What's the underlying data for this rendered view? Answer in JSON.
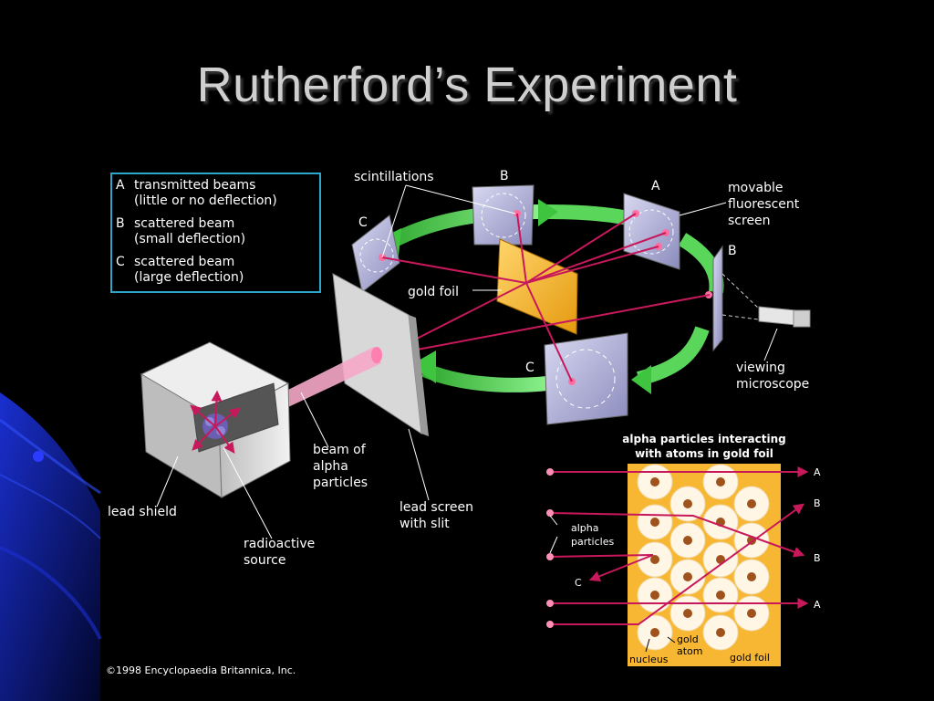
{
  "slide": {
    "title": "Rutherford’s Experiment"
  },
  "legend": {
    "rows": [
      {
        "key": "A",
        "line1": "transmitted beams",
        "line2": "(little or no deflection)"
      },
      {
        "key": "B",
        "line1": "scattered beam",
        "line2": "(small deflection)"
      },
      {
        "key": "C",
        "line1": "scattered beam",
        "line2": "(large deflection)"
      }
    ]
  },
  "apparatus": {
    "scintillations": "scintillations",
    "label_b_top": "B",
    "label_a_top": "A",
    "label_c_left": "C",
    "label_b_right": "B",
    "label_c_bottom": "C",
    "screen_line1": "movable",
    "screen_line2": "fluorescent",
    "screen_line3": "screen",
    "gold_foil": "gold foil",
    "microscope_line1": "viewing",
    "microscope_line2": "microscope",
    "beam_line1": "beam of",
    "beam_line2": "alpha",
    "beam_line3": "particles",
    "lead_screen_line1": "lead screen",
    "lead_screen_line2": "with slit",
    "lead_shield": "lead shield",
    "source_line1": "radioactive",
    "source_line2": "source"
  },
  "inset": {
    "title_line1": "alpha particles interacting",
    "title_line2": "with atoms in gold foil",
    "alpha_line1": "alpha",
    "alpha_line2": "particles",
    "out_a1": "A",
    "out_b1": "B",
    "out_b2": "B",
    "out_c": "C",
    "out_a2": "A",
    "gold_atom_line1": "gold",
    "gold_atom_line2": "atom",
    "nucleus": "nucleus",
    "gold_foil": "gold foil"
  },
  "credit": "©1998 Encyclopaedia Britannica, Inc.",
  "colors": {
    "background": "#000000",
    "title": "#cfcfcf",
    "legend_border": "#2aa7c9",
    "beam": "#c8185c",
    "arrow": "#4fd14f",
    "foil": "#f7b733",
    "swoosh": "#0b1a8a"
  }
}
